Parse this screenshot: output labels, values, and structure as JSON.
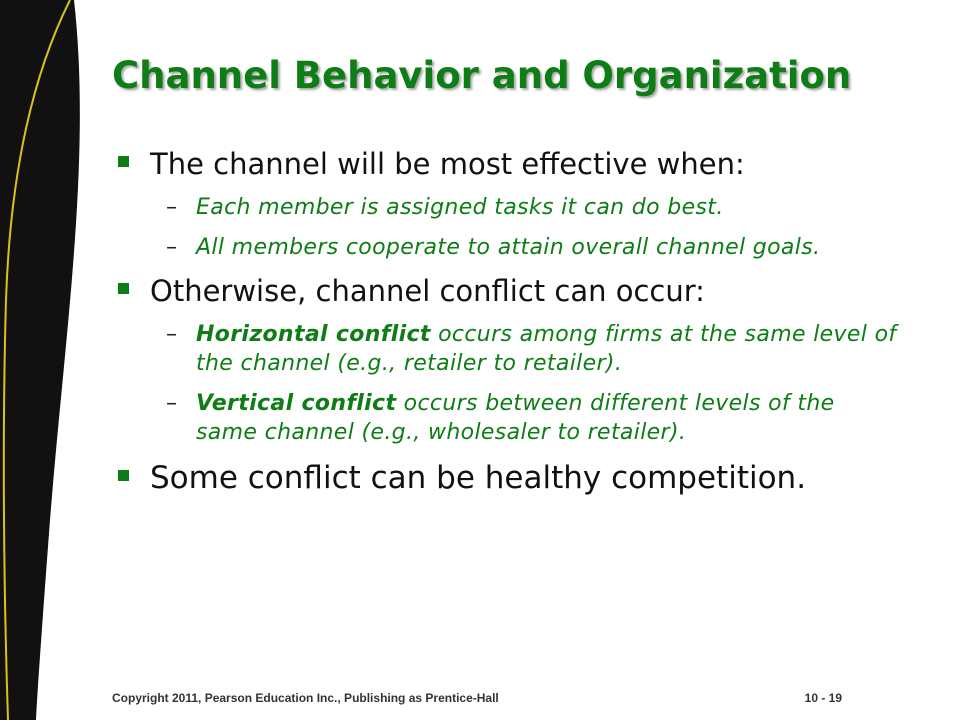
{
  "slide": {
    "title": "Channel Behavior and Organization",
    "bullets": [
      {
        "text": "The channel will be most effective when:",
        "subs": [
          "Each member is assigned tasks it can do best.",
          "All members cooperate to attain overall channel goals."
        ]
      },
      {
        "text": "Otherwise, channel conflict can occur:",
        "subs": [
          {
            "term": "Horizontal conflict",
            "rest": " occurs among firms at the same level of the channel (e.g., retailer to retailer)."
          },
          {
            "term": "Vertical conflict",
            "rest": " occurs between different levels of the same channel (e.g., wholesaler to retailer)."
          }
        ]
      },
      {
        "text": "Some conflict can be healthy competition."
      }
    ],
    "dash": "–"
  },
  "footer": {
    "copyright": "Copyright 2011, Pearson Education Inc., Publishing as Prentice-Hall",
    "page": "10 - 19"
  },
  "colors": {
    "accent_green": "#0e7d15",
    "road_asphalt": "#111111",
    "road_stripe": "#d9c21a"
  }
}
